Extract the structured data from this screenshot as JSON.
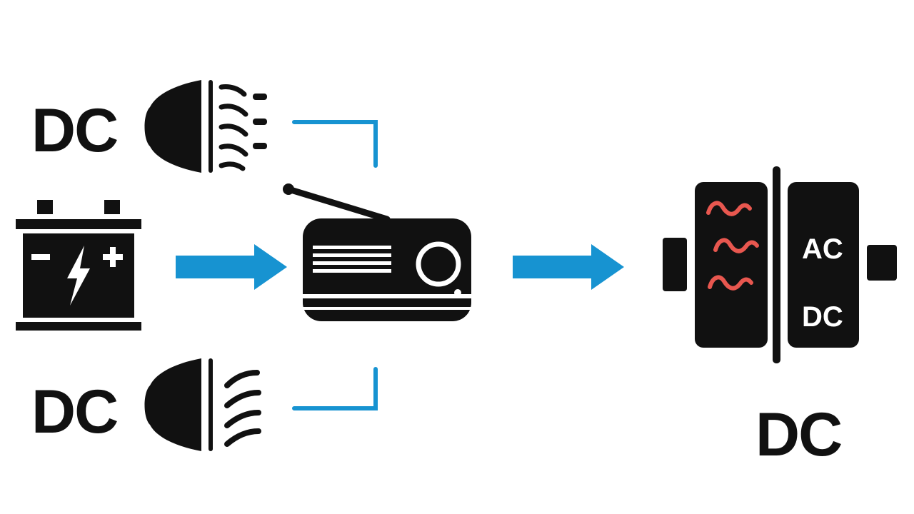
{
  "labels": {
    "top_left": "DC",
    "bottom_left": "DC",
    "converter_ac": "AC",
    "converter_dc": "DC",
    "output": "DC"
  },
  "icons": [
    "headlight-icon",
    "battery-icon",
    "headlight-icon",
    "radio-icon",
    "power-converter-icon",
    "ac-wave-icon",
    "arrow-right-icon"
  ],
  "colors": {
    "icon": "#111111",
    "arrow": "#1793d1",
    "wave": "#e8574f",
    "background": "#ffffff"
  }
}
